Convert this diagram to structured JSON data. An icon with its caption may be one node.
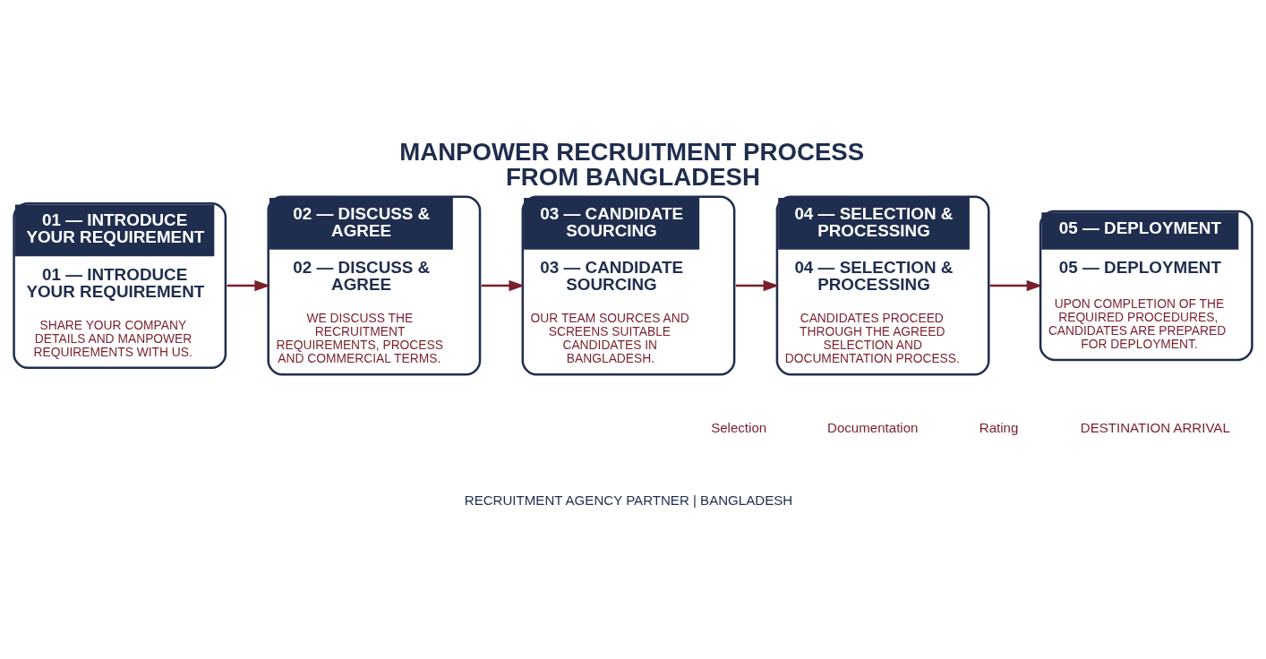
{
  "diagram": {
    "title": "MANPOWER RECRUITMENT PROCESS FROM BANGLADESH",
    "caption": "RECRUITMENT AGENCY PARTNER | BANGLADESH",
    "nodes": [
      {
        "text": [
          "01 — INTRODUCE YOUR REQUIREMENT",
          "01 — INTRODUCE YOUR REQUIREMENT",
          "SHARE YOUR COMPANY DETAILS AND MANPOWER REQUIREMENTS WITH US."
        ]
      },
      {
        "text": [
          "02 — DISCUSS & AGREE",
          "02 — DISCUSS & AGREE",
          "WE DISCUSS THE RECRUITMENT REQUIREMENTS, PROCESS AND COMMERCIAL TERMS."
        ]
      },
      {
        "text": [
          "03 — CANDIDATE SOURCING",
          "03 — CANDIDATE SOURCING",
          "OUR TEAM SOURCES AND SCREENS SUITABLE CANDIDATES IN BANGLADESH."
        ]
      },
      {
        "text": [
          "04 — SELECTION & PROCESSING",
          "04 — SELECTION & PROCESSING",
          "CANDIDATES PROCEED THROUGH THE AGREED SELECTION AND DOCUMENTATION PROCESS."
        ]
      },
      {
        "text": [
          "05 — DEPLOYMENT",
          "05 — DEPLOYMENT",
          "UPON COMPLETION OF THE REQUIRED PROCEDURES, CANDIDATES ARE PREPARED FOR DEPLOYMENT."
        ]
      }
    ],
    "edges": [
      {
        "from": 0,
        "to": 1,
        "arrow": "to"
      },
      {
        "from": 1,
        "to": 2,
        "arrow": "to"
      },
      {
        "from": 2,
        "to": 3,
        "arrow": "to"
      },
      {
        "from": 3,
        "to": 4,
        "arrow": "to"
      }
    ],
    "labels": [
      "Selection",
      "Documentation",
      "Rating",
      "DESTINATION ARRIVAL"
    ]
  }
}
